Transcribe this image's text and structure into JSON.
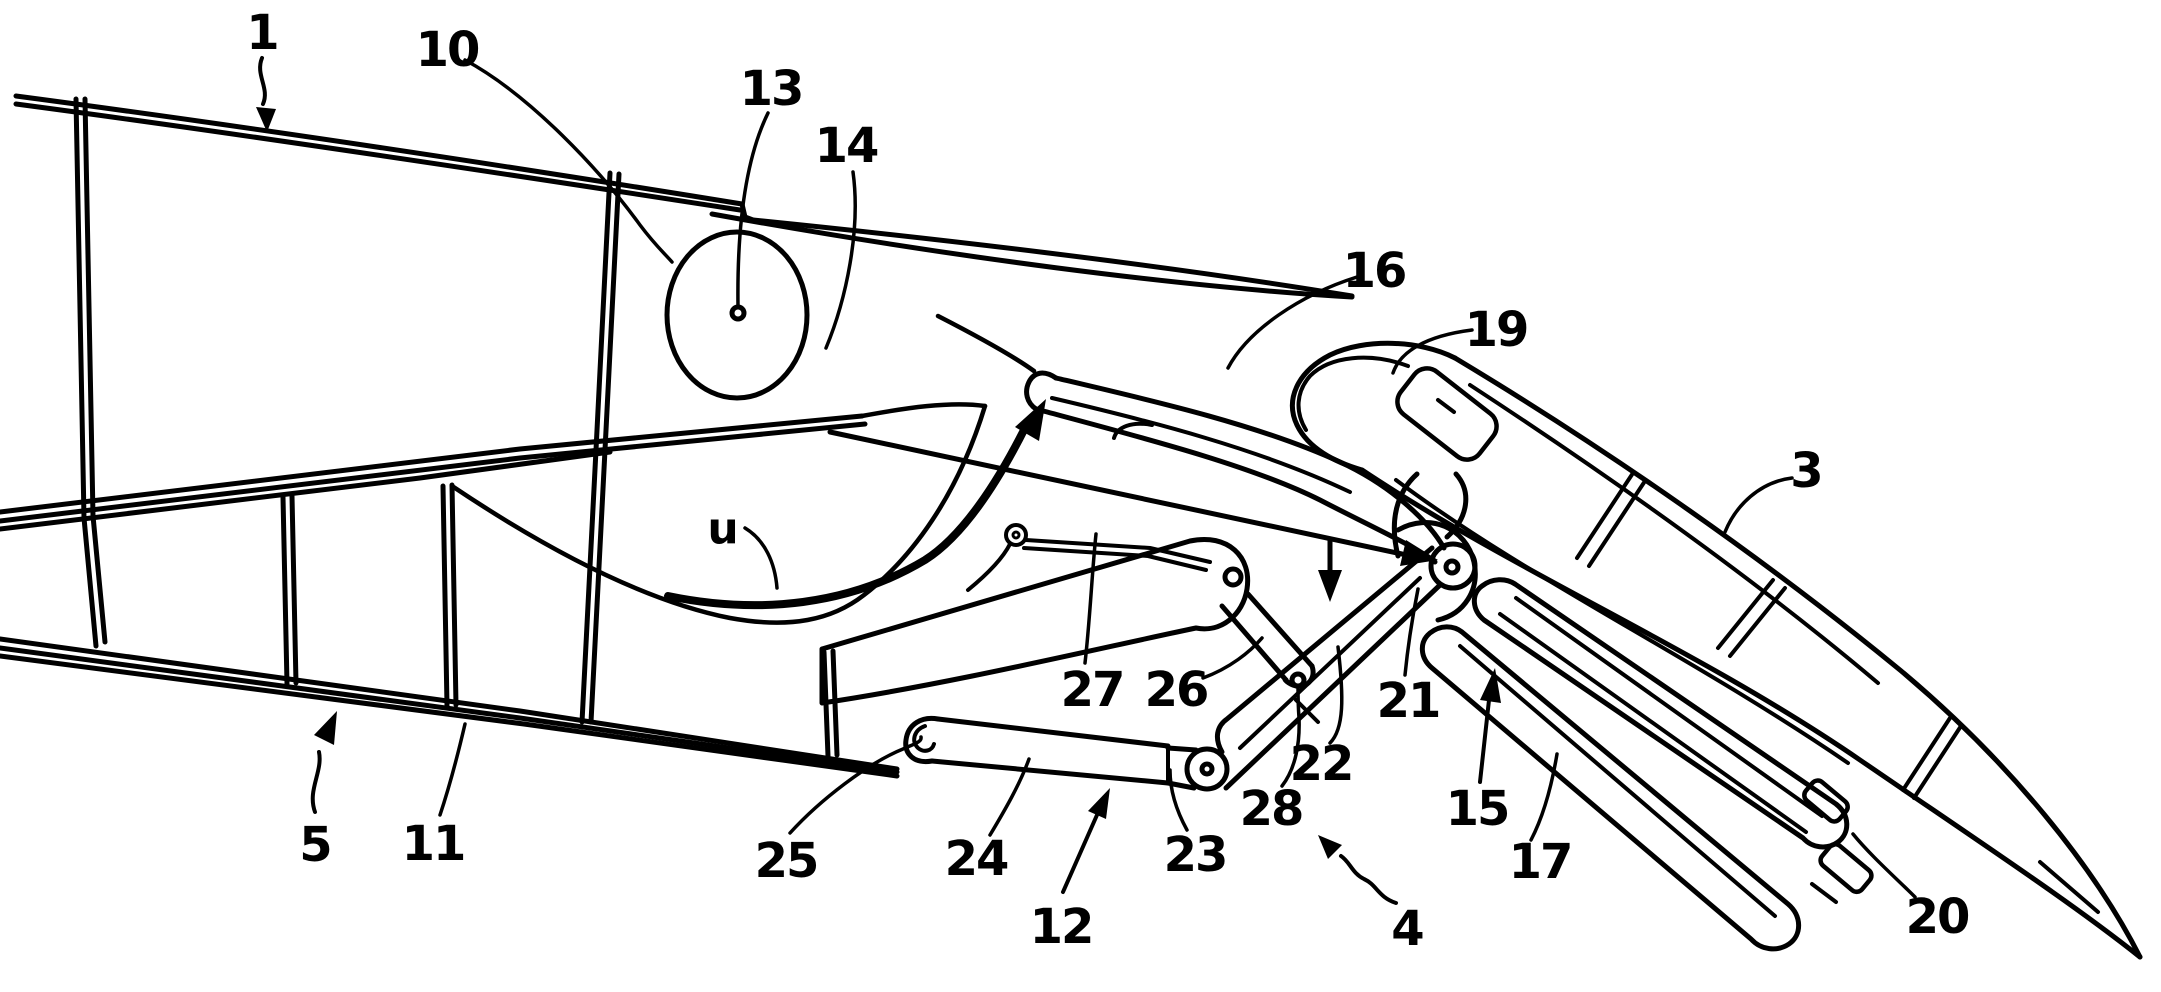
{
  "figure": {
    "kind": "patent line drawing",
    "subject": "aircraft wing trailing-edge drop-hinge flap mechanism, perspective view",
    "background_color": "#ffffff",
    "line_color": "#000000"
  },
  "labels": {
    "n1": {
      "text": "1",
      "points_to": "wing upper skin"
    },
    "n10": {
      "text": "10",
      "points_to": "rotary drive unit housing"
    },
    "n13": {
      "text": "13",
      "points_to": "drive axis center"
    },
    "n14": {
      "text": "14",
      "points_to": "cove region aft of spar"
    },
    "n16": {
      "text": "16",
      "points_to": "drive lever arm"
    },
    "n19": {
      "text": "19",
      "points_to": "flap nose bracket slot"
    },
    "n3": {
      "text": "3",
      "points_to": "flap body"
    },
    "u": {
      "text": "u",
      "points_to": "rotation direction arc"
    },
    "n5": {
      "text": "5",
      "points_to": "wing lower skin"
    },
    "n11": {
      "text": "11",
      "points_to": "lower skin trailing edge"
    },
    "n25": {
      "text": "25",
      "points_to": "forward link pivot"
    },
    "n24": {
      "text": "24",
      "points_to": "lower link"
    },
    "n12": {
      "text": "12",
      "points_to": "link underside"
    },
    "n23": {
      "text": "23",
      "points_to": "elbow joint"
    },
    "n27": {
      "text": "27",
      "points_to": "support beam flange"
    },
    "n26": {
      "text": "26",
      "points_to": "bent crank link"
    },
    "n28": {
      "text": "28",
      "points_to": "short coupler pivot"
    },
    "n22": {
      "text": "22",
      "points_to": "rear link"
    },
    "n21": {
      "text": "21",
      "points_to": "main hinge pivot"
    },
    "n15": {
      "text": "15",
      "points_to": "upper support strut"
    },
    "n17": {
      "text": "17",
      "points_to": "lower support strut"
    },
    "n20": {
      "text": "20",
      "points_to": "flap-side fitting"
    },
    "n4": {
      "text": "4",
      "points_to": "actuating mechanism assembly"
    }
  }
}
